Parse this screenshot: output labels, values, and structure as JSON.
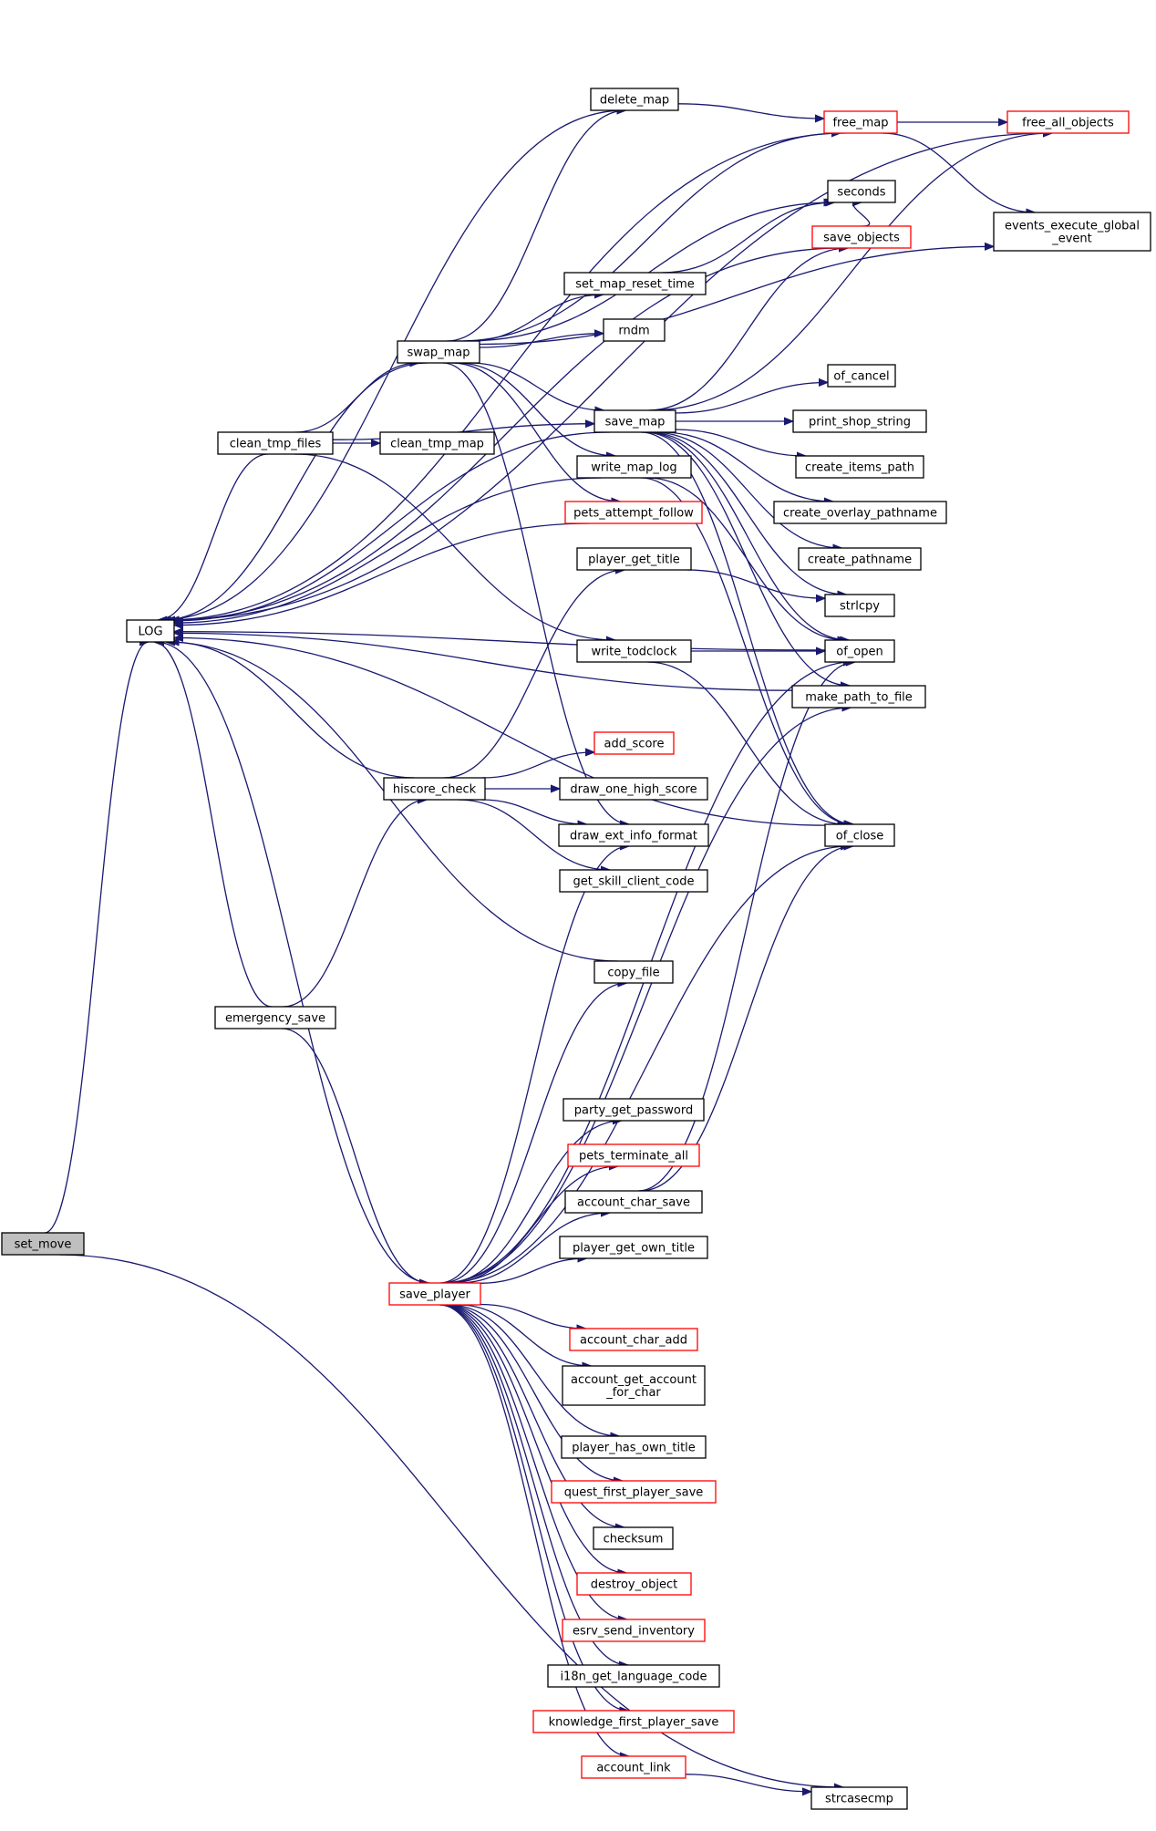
{
  "colors": {
    "edge": "#191970",
    "node_border": "#000000",
    "truncated_node_border": "#ff0000",
    "root_fill": "#bfbfbf",
    "background": "#ffffff"
  },
  "nodes": [
    {
      "id": "set_move",
      "label": "set_move",
      "root": true
    },
    {
      "id": "LOG",
      "label": "LOG"
    },
    {
      "id": "delete_map",
      "label": "delete_map"
    },
    {
      "id": "free_map",
      "label": "free_map",
      "truncated": true
    },
    {
      "id": "free_all_objects",
      "label": "free_all_objects",
      "truncated": true
    },
    {
      "id": "seconds",
      "label": "seconds"
    },
    {
      "id": "events_execute_global_event",
      "label": "events_execute_global\n_event"
    },
    {
      "id": "save_objects",
      "label": "save_objects",
      "truncated": true
    },
    {
      "id": "set_map_reset_time",
      "label": "set_map_reset_time"
    },
    {
      "id": "rndm",
      "label": "rndm"
    },
    {
      "id": "swap_map",
      "label": "swap_map"
    },
    {
      "id": "of_cancel",
      "label": "of_cancel"
    },
    {
      "id": "save_map",
      "label": "save_map"
    },
    {
      "id": "print_shop_string",
      "label": "print_shop_string"
    },
    {
      "id": "clean_tmp_files",
      "label": "clean_tmp_files"
    },
    {
      "id": "clean_tmp_map",
      "label": "clean_tmp_map"
    },
    {
      "id": "write_map_log",
      "label": "write_map_log"
    },
    {
      "id": "create_items_path",
      "label": "create_items_path"
    },
    {
      "id": "pets_attempt_follow",
      "label": "pets_attempt_follow",
      "truncated": true
    },
    {
      "id": "create_overlay_pathname",
      "label": "create_overlay_pathname"
    },
    {
      "id": "create_pathname",
      "label": "create_pathname"
    },
    {
      "id": "player_get_title",
      "label": "player_get_title"
    },
    {
      "id": "strlcpy",
      "label": "strlcpy"
    },
    {
      "id": "write_todclock",
      "label": "write_todclock"
    },
    {
      "id": "of_open",
      "label": "of_open"
    },
    {
      "id": "make_path_to_file",
      "label": "make_path_to_file"
    },
    {
      "id": "add_score",
      "label": "add_score",
      "truncated": true
    },
    {
      "id": "hiscore_check",
      "label": "hiscore_check"
    },
    {
      "id": "draw_one_high_score",
      "label": "draw_one_high_score"
    },
    {
      "id": "draw_ext_info_format",
      "label": "draw_ext_info_format"
    },
    {
      "id": "of_close",
      "label": "of_close"
    },
    {
      "id": "get_skill_client_code",
      "label": "get_skill_client_code"
    },
    {
      "id": "copy_file",
      "label": "copy_file"
    },
    {
      "id": "emergency_save",
      "label": "emergency_save"
    },
    {
      "id": "party_get_password",
      "label": "party_get_password"
    },
    {
      "id": "pets_terminate_all",
      "label": "pets_terminate_all",
      "truncated": true
    },
    {
      "id": "account_char_save",
      "label": "account_char_save"
    },
    {
      "id": "player_get_own_title",
      "label": "player_get_own_title"
    },
    {
      "id": "save_player",
      "label": "save_player",
      "truncated": true
    },
    {
      "id": "account_char_add",
      "label": "account_char_add",
      "truncated": true
    },
    {
      "id": "account_get_account_for_char",
      "label": "account_get_account\n_for_char"
    },
    {
      "id": "player_has_own_title",
      "label": "player_has_own_title"
    },
    {
      "id": "quest_first_player_save",
      "label": "quest_first_player_save",
      "truncated": true
    },
    {
      "id": "checksum",
      "label": "checksum"
    },
    {
      "id": "destroy_object",
      "label": "destroy_object",
      "truncated": true
    },
    {
      "id": "esrv_send_inventory",
      "label": "esrv_send_inventory",
      "truncated": true
    },
    {
      "id": "i18n_get_language_code",
      "label": "i18n_get_language_code"
    },
    {
      "id": "knowledge_first_player_save",
      "label": "knowledge_first_player_save",
      "truncated": true
    },
    {
      "id": "account_link",
      "label": "account_link",
      "truncated": true
    },
    {
      "id": "strcasecmp",
      "label": "strcasecmp"
    }
  ],
  "edges": [
    [
      "set_move",
      "LOG"
    ],
    [
      "set_move",
      "strcasecmp"
    ],
    [
      "delete_map",
      "LOG"
    ],
    [
      "delete_map",
      "free_map"
    ],
    [
      "free_map",
      "LOG"
    ],
    [
      "free_map",
      "free_all_objects"
    ],
    [
      "free_map",
      "events_execute_global_event"
    ],
    [
      "free_all_objects",
      "LOG"
    ],
    [
      "save_objects",
      "LOG"
    ],
    [
      "save_objects",
      "seconds"
    ],
    [
      "set_map_reset_time",
      "seconds"
    ],
    [
      "swap_map",
      "LOG"
    ],
    [
      "swap_map",
      "delete_map"
    ],
    [
      "swap_map",
      "free_map"
    ],
    [
      "swap_map",
      "seconds"
    ],
    [
      "swap_map",
      "events_execute_global_event"
    ],
    [
      "swap_map",
      "set_map_reset_time"
    ],
    [
      "swap_map",
      "rndm"
    ],
    [
      "swap_map",
      "save_map"
    ],
    [
      "swap_map",
      "write_map_log"
    ],
    [
      "swap_map",
      "pets_attempt_follow"
    ],
    [
      "swap_map",
      "draw_ext_info_format"
    ],
    [
      "save_map",
      "LOG"
    ],
    [
      "save_map",
      "free_all_objects"
    ],
    [
      "save_map",
      "save_objects"
    ],
    [
      "save_map",
      "of_cancel"
    ],
    [
      "save_map",
      "print_shop_string"
    ],
    [
      "save_map",
      "create_items_path"
    ],
    [
      "save_map",
      "create_overlay_pathname"
    ],
    [
      "save_map",
      "create_pathname"
    ],
    [
      "save_map",
      "strlcpy"
    ],
    [
      "save_map",
      "of_open"
    ],
    [
      "save_map",
      "make_path_to_file"
    ],
    [
      "save_map",
      "of_close"
    ],
    [
      "clean_tmp_files",
      "LOG"
    ],
    [
      "clean_tmp_files",
      "swap_map"
    ],
    [
      "clean_tmp_files",
      "save_map"
    ],
    [
      "clean_tmp_files",
      "clean_tmp_map"
    ],
    [
      "clean_tmp_files",
      "write_todclock"
    ],
    [
      "write_map_log",
      "LOG"
    ],
    [
      "write_map_log",
      "of_open"
    ],
    [
      "write_map_log",
      "of_close"
    ],
    [
      "pets_attempt_follow",
      "LOG"
    ],
    [
      "player_get_title",
      "strlcpy"
    ],
    [
      "write_todclock",
      "of_open"
    ],
    [
      "write_todclock",
      "of_close"
    ],
    [
      "of_open",
      "LOG"
    ],
    [
      "make_path_to_file",
      "LOG"
    ],
    [
      "of_close",
      "LOG"
    ],
    [
      "hiscore_check",
      "LOG"
    ],
    [
      "hiscore_check",
      "player_get_title"
    ],
    [
      "hiscore_check",
      "add_score"
    ],
    [
      "hiscore_check",
      "draw_one_high_score"
    ],
    [
      "hiscore_check",
      "draw_ext_info_format"
    ],
    [
      "hiscore_check",
      "get_skill_client_code"
    ],
    [
      "copy_file",
      "LOG"
    ],
    [
      "emergency_save",
      "LOG"
    ],
    [
      "emergency_save",
      "hiscore_check"
    ],
    [
      "emergency_save",
      "save_player"
    ],
    [
      "account_char_save",
      "of_open"
    ],
    [
      "account_char_save",
      "of_close"
    ],
    [
      "save_player",
      "LOG"
    ],
    [
      "save_player",
      "draw_ext_info_format"
    ],
    [
      "save_player",
      "copy_file"
    ],
    [
      "save_player",
      "of_open"
    ],
    [
      "save_player",
      "make_path_to_file"
    ],
    [
      "save_player",
      "of_close"
    ],
    [
      "save_player",
      "party_get_password"
    ],
    [
      "save_player",
      "pets_terminate_all"
    ],
    [
      "save_player",
      "account_char_save"
    ],
    [
      "save_player",
      "player_get_own_title"
    ],
    [
      "save_player",
      "account_char_add"
    ],
    [
      "save_player",
      "account_get_account_for_char"
    ],
    [
      "save_player",
      "player_has_own_title"
    ],
    [
      "save_player",
      "quest_first_player_save"
    ],
    [
      "save_player",
      "checksum"
    ],
    [
      "save_player",
      "destroy_object"
    ],
    [
      "save_player",
      "esrv_send_inventory"
    ],
    [
      "save_player",
      "i18n_get_language_code"
    ],
    [
      "save_player",
      "knowledge_first_player_save"
    ],
    [
      "save_player",
      "account_link"
    ],
    [
      "account_link",
      "strcasecmp"
    ]
  ]
}
